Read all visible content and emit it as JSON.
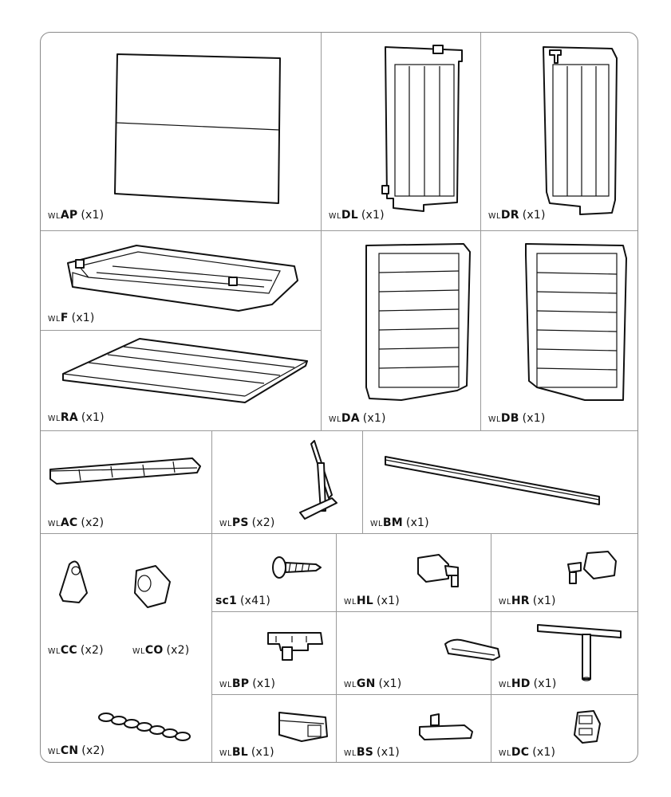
{
  "parts": {
    "AP": {
      "prefix": "WL",
      "code": "AP",
      "qty": "(x1)"
    },
    "DL": {
      "prefix": "WL",
      "code": "DL",
      "qty": "(x1)"
    },
    "DR": {
      "prefix": "WL",
      "code": "DR",
      "qty": "(x1)"
    },
    "F": {
      "prefix": "WL",
      "code": "F",
      "qty": "(x1)"
    },
    "RA": {
      "prefix": "WL",
      "code": "RA",
      "qty": "(x1)"
    },
    "DA": {
      "prefix": "WL",
      "code": "DA",
      "qty": "(x1)"
    },
    "DB": {
      "prefix": "WL",
      "code": "DB",
      "qty": "(x1)"
    },
    "AC": {
      "prefix": "WL",
      "code": "AC",
      "qty": "(x2)"
    },
    "PS": {
      "prefix": "WL",
      "code": "PS",
      "qty": "(x2)"
    },
    "BM": {
      "prefix": "WL",
      "code": "BM",
      "qty": "(x1)"
    },
    "CC": {
      "prefix": "WL",
      "code": "CC",
      "qty": "(x2)"
    },
    "CO": {
      "prefix": "WL",
      "code": "CO",
      "qty": "(x2)"
    },
    "CN": {
      "prefix": "WL",
      "code": "CN",
      "qty": "(x2)"
    },
    "SC1": {
      "prefix": "",
      "code": "sc1",
      "qty": "(x41)"
    },
    "HL": {
      "prefix": "WL",
      "code": "HL",
      "qty": "(x1)"
    },
    "HR": {
      "prefix": "WL",
      "code": "HR",
      "qty": "(x1)"
    },
    "BP": {
      "prefix": "WL",
      "code": "BP",
      "qty": "(x1)"
    },
    "GN": {
      "prefix": "WL",
      "code": "GN",
      "qty": "(x1)"
    },
    "HD": {
      "prefix": "WL",
      "code": "HD",
      "qty": "(x1)"
    },
    "BL": {
      "prefix": "WL",
      "code": "BL",
      "qty": "(x1)"
    },
    "BS": {
      "prefix": "WL",
      "code": "BS",
      "qty": "(x1)"
    },
    "DC": {
      "prefix": "WL",
      "code": "DC",
      "qty": "(x1)"
    }
  }
}
